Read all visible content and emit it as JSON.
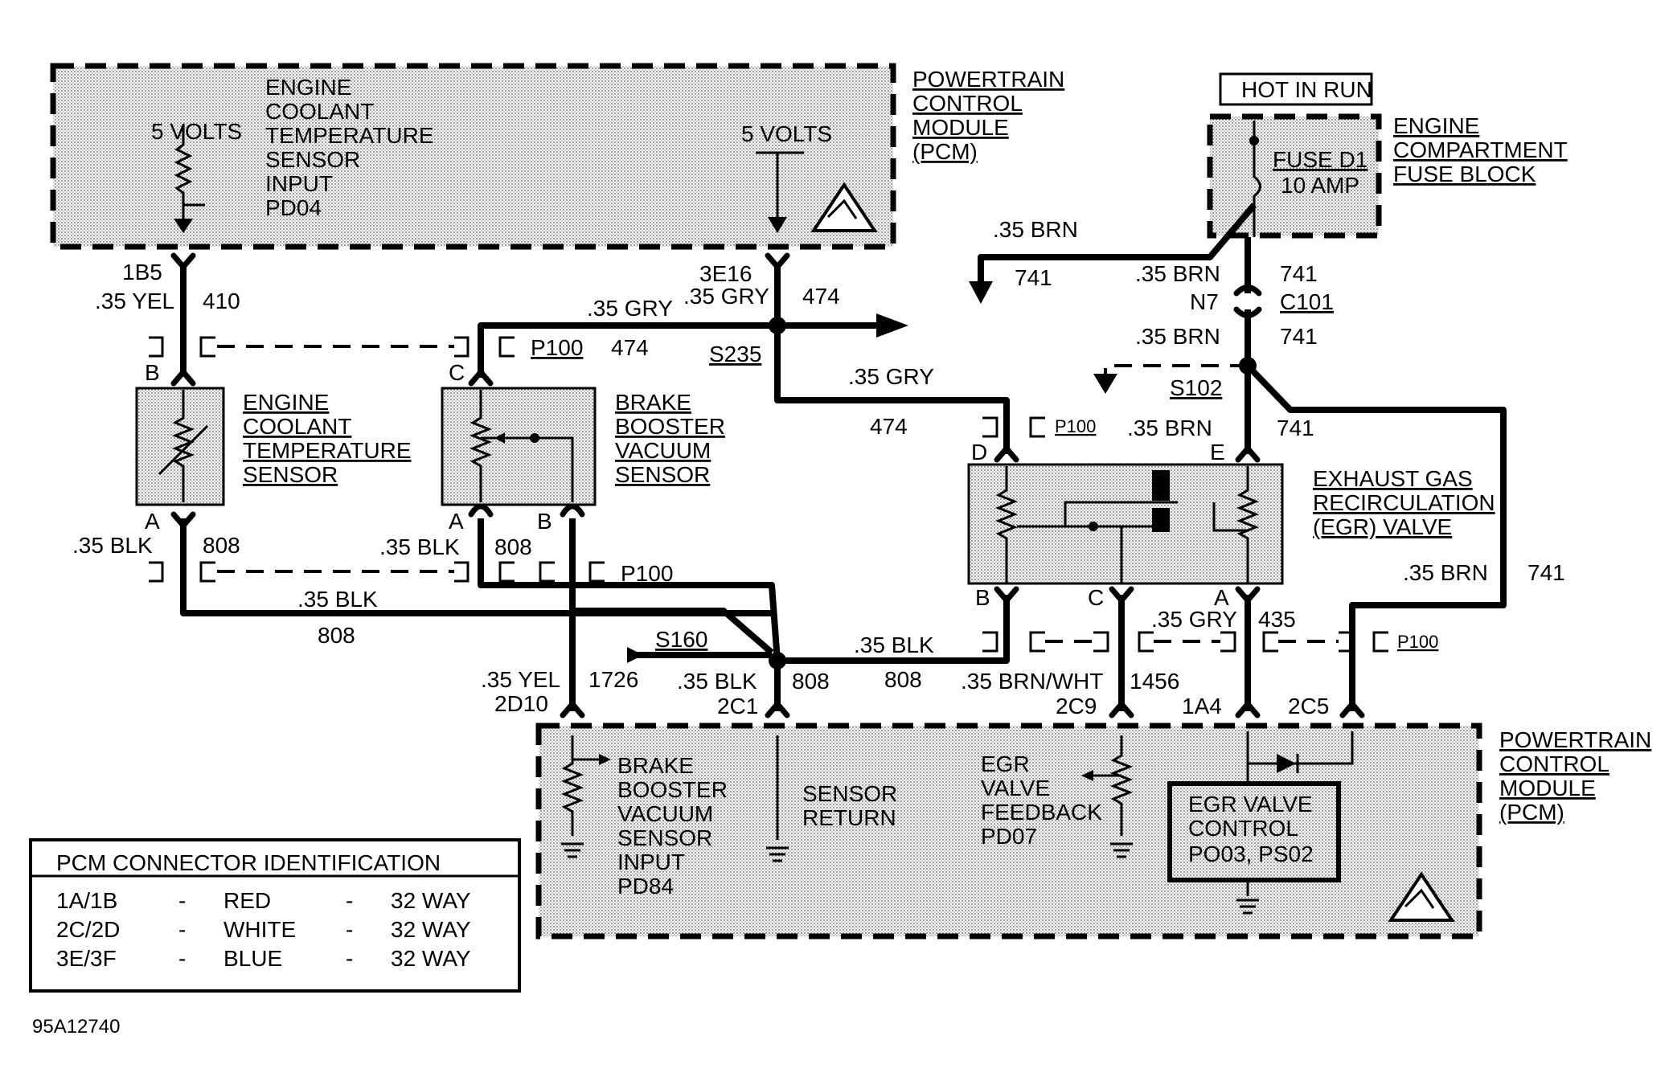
{
  "figure_id": "95A12740",
  "hot_in_run": "HOT IN RUN",
  "pcm_top": {
    "title": [
      "POWERTRAIN",
      "CONTROL",
      "MODULE",
      "(PCM)"
    ],
    "ect_input": [
      "ENGINE",
      "COOLANT",
      "TEMPERATURE",
      "SENSOR",
      "INPUT",
      "PD04"
    ],
    "five_volts_left": "5 VOLTS",
    "five_volts_right": "5 VOLTS"
  },
  "fuse_block": {
    "title": [
      "ENGINE",
      "COMPARTMENT",
      "FUSE BLOCK"
    ],
    "fuse": "FUSE D1",
    "rating": "10 AMP"
  },
  "ect_sensor": {
    "title": [
      "ENGINE",
      "COOLANT",
      "TEMPERATURE",
      "SENSOR"
    ],
    "pin_top": "B",
    "pin_bottom": "A"
  },
  "bbv_sensor": {
    "title": [
      "BRAKE",
      "BOOSTER",
      "VACUUM",
      "SENSOR"
    ],
    "pin_top": "C",
    "pin_a": "A",
    "pin_b": "B"
  },
  "egr_valve": {
    "title": [
      "EXHAUST GAS",
      "RECIRCULATION",
      "(EGR) VALVE"
    ],
    "pin_d": "D",
    "pin_e": "E",
    "pin_b": "B",
    "pin_c": "C",
    "pin_a": "A"
  },
  "pcm_bottom": {
    "title": [
      "POWERTRAIN",
      "CONTROL",
      "MODULE",
      "(PCM)"
    ],
    "bbv_input": [
      "BRAKE",
      "BOOSTER",
      "VACUUM",
      "SENSOR",
      "INPUT",
      "PD84"
    ],
    "sensor_return": [
      "SENSOR",
      "RETURN"
    ],
    "egr_feedback": [
      "EGR",
      "VALVE",
      "FEEDBACK",
      "PD07"
    ],
    "egr_control": [
      "EGR VALVE",
      "CONTROL",
      "PO03, PS02"
    ]
  },
  "wire_labels": {
    "t1B5": "1B5",
    "t35yel1": ".35 YEL",
    "t410": "410",
    "t3E16": "3E16",
    "t35gry1": ".35 GRY",
    "t474a": "474",
    "t35gry2": ".35 GRY",
    "tP100a": "P100",
    "t474b": "474",
    "tS235": "S235",
    "t35gry3": ".35 GRY",
    "t474c": "474",
    "t35brn1": ".35 BRN",
    "t741a": "741",
    "t35brn2": ".35 BRN",
    "t741b": "741",
    "tN7": "N7",
    "tC101": "C101",
    "t35brn3": ".35 BRN",
    "t741c": "741",
    "tS102": "S102",
    "tP100b": "P100",
    "t35brn4": ".35 BRN",
    "t741d": "741",
    "t35blk1": ".35 BLK",
    "t808a": "808",
    "t35blk2": ".35 BLK",
    "t808b": "808",
    "tP100c": "P100",
    "t35blk3": ".35 BLK",
    "t808c": "808",
    "tS160": "S160",
    "t35blk4": ".35 BLK",
    "t808d": "808",
    "t35yel2": ".35 YEL",
    "t2D10": "2D10",
    "t1726": "1726",
    "t35blk5": ".35 BLK",
    "t2C1": "2C1",
    "t808e": "808",
    "t35brnwht": ".35 BRN/WHT",
    "t2C9": "2C9",
    "t1456": "1456",
    "t35gry4": ".35 GRY",
    "t435": "435",
    "t1A4": "1A4",
    "t2C5": "2C5",
    "tP100d": "P100",
    "t35brn5": ".35 BRN",
    "t741e": "741"
  },
  "connector_table": {
    "title": "PCM CONNECTOR IDENTIFICATION",
    "rows": [
      {
        "id": "1A/1B",
        "sep1": "-",
        "color": "RED",
        "sep2": "-",
        "ways": "32 WAY"
      },
      {
        "id": "2C/2D",
        "sep1": "-",
        "color": "WHITE",
        "sep2": "-",
        "ways": "32 WAY"
      },
      {
        "id": "3E/3F",
        "sep1": "-",
        "color": "BLUE",
        "sep2": "-",
        "ways": "32 WAY"
      }
    ]
  }
}
